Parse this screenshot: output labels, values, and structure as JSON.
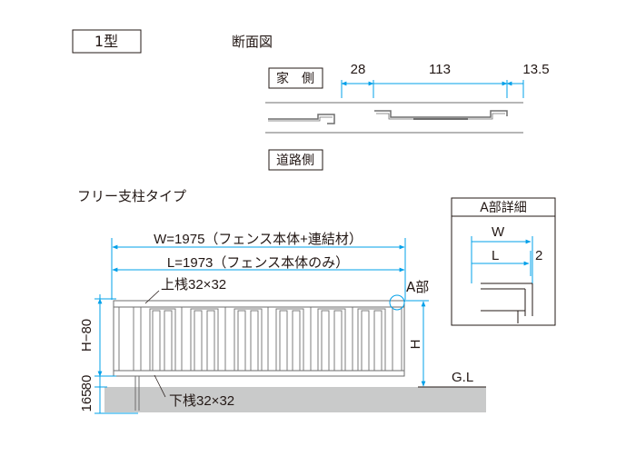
{
  "type_label": "1型",
  "section": {
    "title": "断面図",
    "house_side": "家　側",
    "road_side": "道路側",
    "dims": [
      "28",
      "113",
      "13.5"
    ]
  },
  "free_post": {
    "title": "フリー支柱タイプ",
    "w_label": "W=1975（フェンス本体+連結材）",
    "l_label": "L=1973（フェンス本体のみ）",
    "top_rail": "上桟32×32",
    "bottom_rail": "下桟32×32",
    "a_part": "A部",
    "h_label": "H",
    "gl_label": "G.L",
    "left_dims": [
      "H−80",
      "80",
      "165"
    ]
  },
  "detail": {
    "title": "A部詳細",
    "w": "W",
    "l": "L",
    "gap": "2"
  },
  "colors": {
    "ink": "#231815",
    "dim_line": "#00a0e9",
    "ground": "#c9caca",
    "fence": "#6e6e6e"
  }
}
